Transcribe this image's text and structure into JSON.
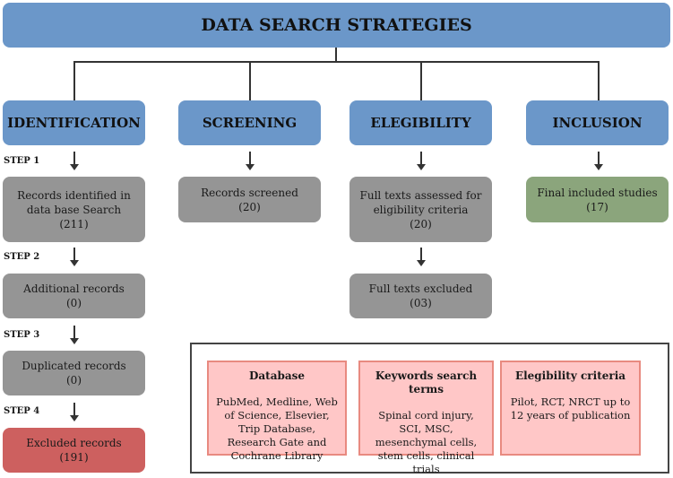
{
  "title": "DATA SEARCH STRATEGIES",
  "columns": [
    {
      "header": "IDENTIFICATION"
    },
    {
      "header": "SCREENING"
    },
    {
      "header": "ELEGIBILITY"
    },
    {
      "header": "INCLUSION"
    }
  ],
  "steps": [
    "STEP 1",
    "STEP 2",
    "STEP 3",
    "STEP 4"
  ],
  "boxes": {
    "identified": {
      "label": "Records identified in data base Search",
      "count": "(211)"
    },
    "additional": {
      "label": "Additional records",
      "count": "(0)"
    },
    "duplicated": {
      "label": "Duplicated records",
      "count": "(0)"
    },
    "excluded": {
      "label": "Excluded records",
      "count": "(191)"
    },
    "screened": {
      "label": "Records screened",
      "count": "(20)"
    },
    "assessed": {
      "label": "Full texts assessed for eligibility criteria",
      "count": "(20)"
    },
    "texts_excluded": {
      "label": "Full texts excluded",
      "count": "(03)"
    },
    "included": {
      "label": "Final included studies",
      "count": "(17)"
    }
  },
  "info": [
    {
      "title": "Database",
      "body": "PubMed, Medline, Web of Science, Elsevier, Trip Database, Research Gate and Cochrane Library"
    },
    {
      "title": "Keywords search terms",
      "body": "Spinal cord injury, SCI, MSC, mesenchymal cells, stem cells, clinical trials"
    },
    {
      "title": "Elegibility criteria",
      "body": "Pilot, RCT, NRCT up to 12 years of publication"
    }
  ],
  "colors": {
    "header": "#6b97c9",
    "box": "#959595",
    "included": "#8ba57c",
    "excluded": "#cd605f",
    "info_fill": "#ffc7c7",
    "info_border": "#e88a80"
  }
}
